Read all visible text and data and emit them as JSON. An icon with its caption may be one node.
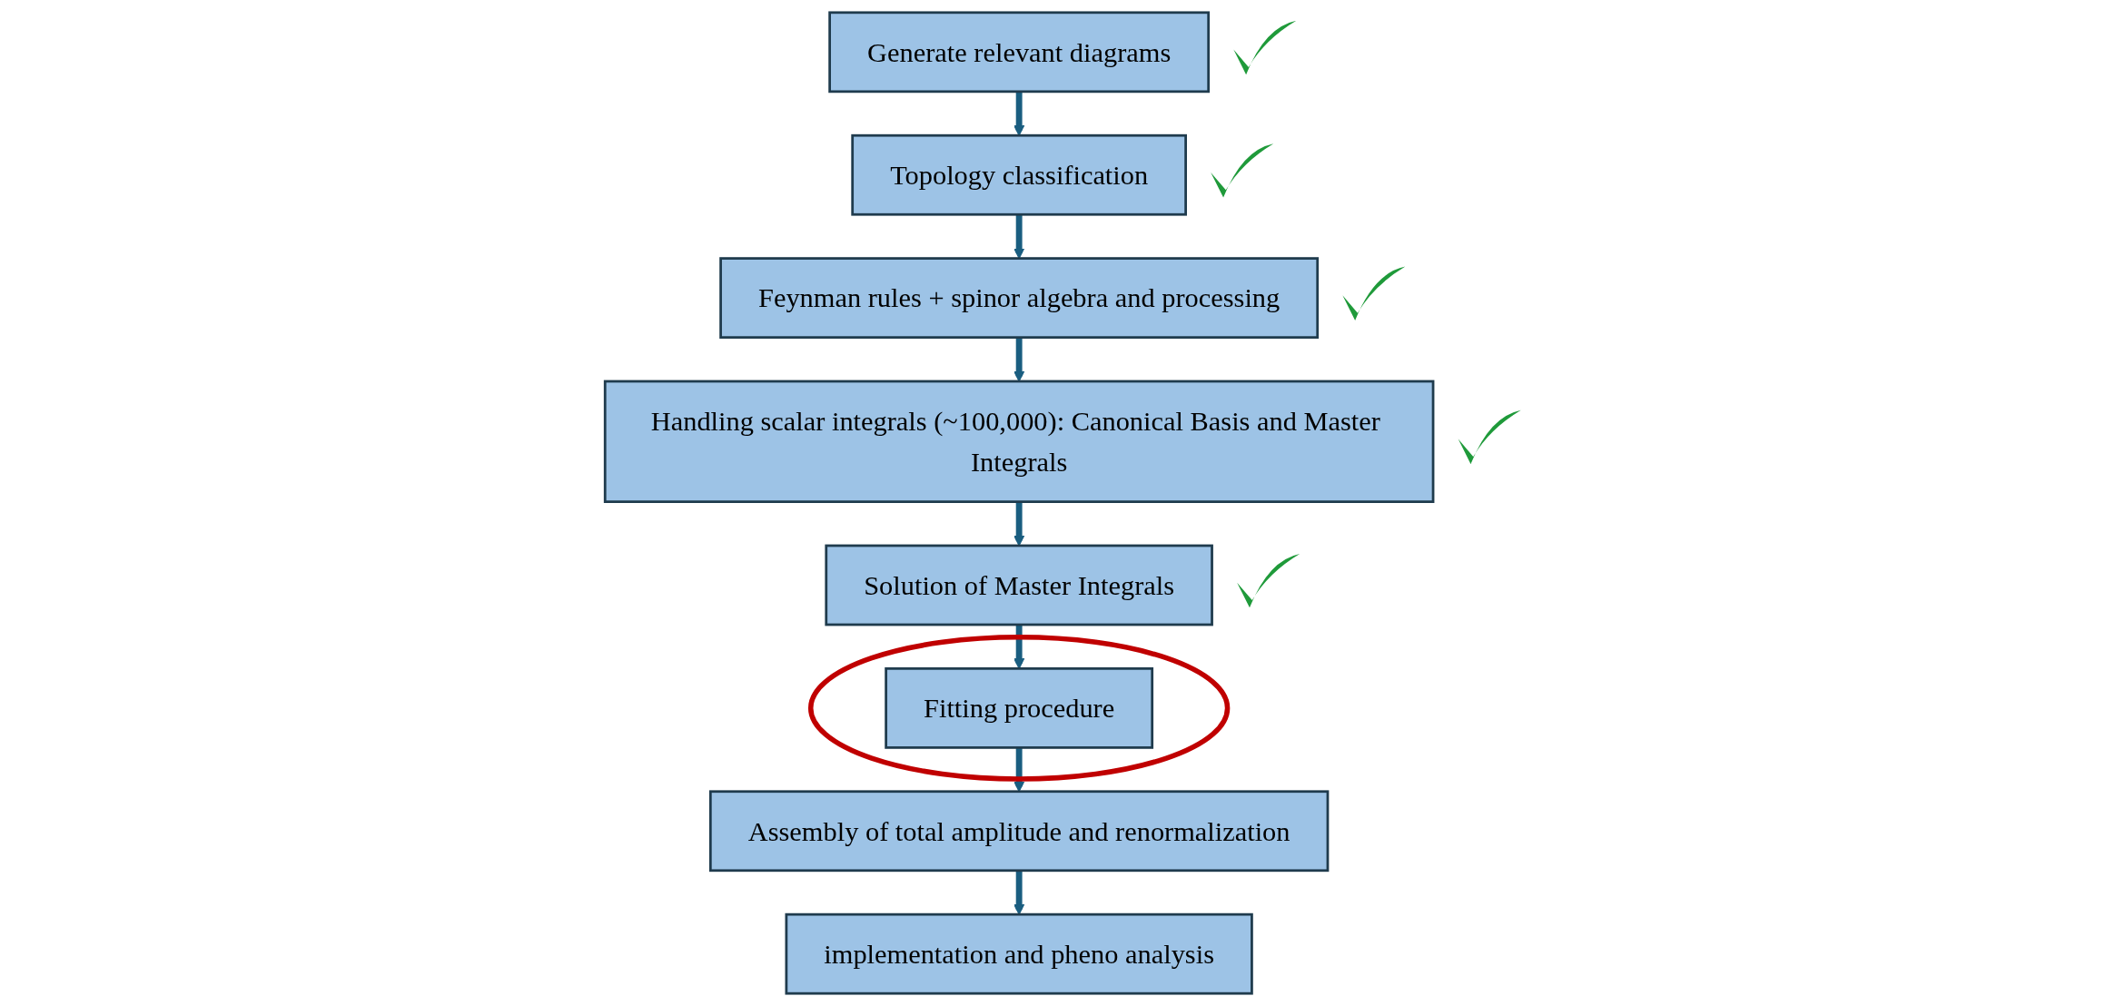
{
  "diagram": {
    "nodes": [
      {
        "text": [
          "Generate relevant diagrams"
        ]
      },
      {
        "text": [
          "Topology classification"
        ]
      },
      {
        "text": [
          "Feynman rules + spinor algebra and processing"
        ]
      },
      {
        "text": [
          "Handling scalar integrals (~100,000): Canonical Basis and Master Integrals"
        ]
      },
      {
        "text": [
          "Solution of Master Integrals"
        ]
      },
      {
        "text": [
          "Fitting procedure"
        ]
      },
      {
        "text": [
          "Assembly of total amplitude and renormalization"
        ]
      },
      {
        "text": [
          "implementation and pheno analysis"
        ]
      }
    ],
    "edges": [
      {
        "from": 0,
        "to": 1,
        "arrow": "to"
      },
      {
        "from": 1,
        "to": 2,
        "arrow": "to"
      },
      {
        "from": 2,
        "to": 3,
        "arrow": "to"
      },
      {
        "from": 3,
        "to": 4,
        "arrow": "to"
      },
      {
        "from": 4,
        "to": 5,
        "arrow": "to"
      },
      {
        "from": 5,
        "to": 6,
        "arrow": "to"
      },
      {
        "from": 6,
        "to": 7,
        "arrow": "to"
      }
    ]
  }
}
